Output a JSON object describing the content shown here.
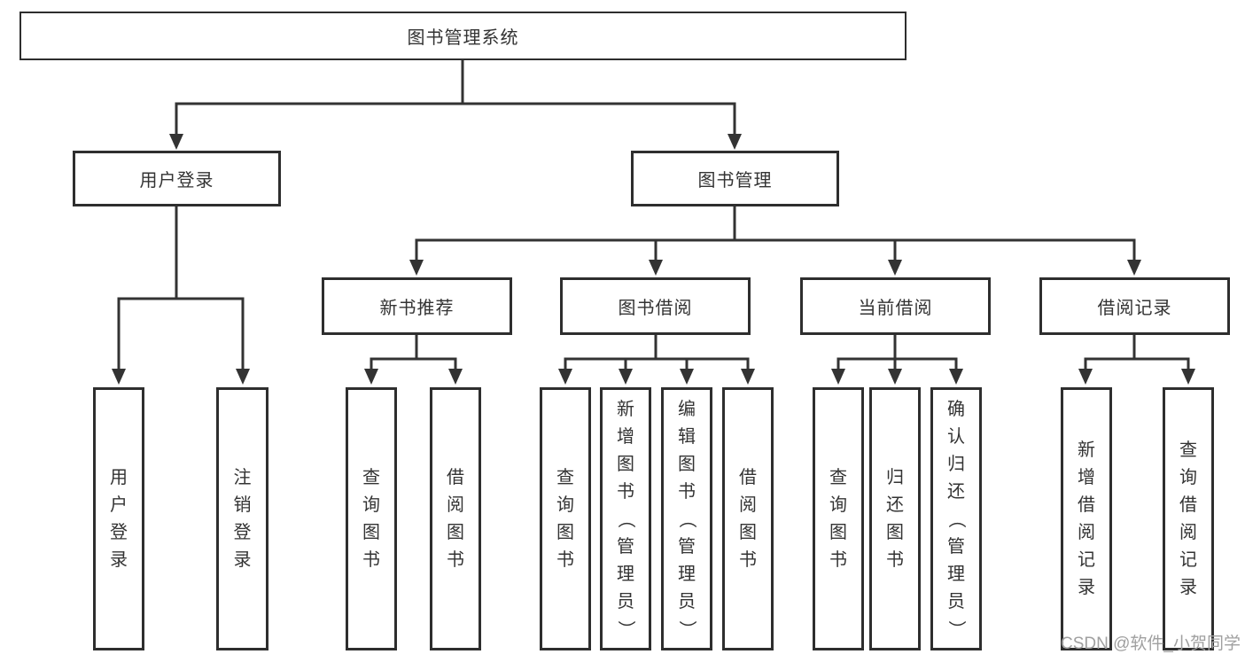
{
  "colors": {
    "line": "#333333",
    "border": "#2e2e2e",
    "text": "#333333",
    "watermark": "#a0a0a0",
    "bg": "#ffffff"
  },
  "watermark": {
    "text": "CSDN @软件_小贺同学"
  },
  "tree": {
    "label": "图书管理系统",
    "children": [
      {
        "label": "用户登录",
        "children": [
          {
            "label": "用户登录"
          },
          {
            "label": "注销登录"
          }
        ]
      },
      {
        "label": "图书管理",
        "children": [
          {
            "label": "新书推荐",
            "children": [
              {
                "label": "查询图书"
              },
              {
                "label": "借阅图书"
              }
            ]
          },
          {
            "label": "图书借阅",
            "children": [
              {
                "label": "查询图书"
              },
              {
                "label": "新增图书（管理员）"
              },
              {
                "label": "编辑图书（管理员）"
              },
              {
                "label": "借阅图书"
              }
            ]
          },
          {
            "label": "当前借阅",
            "children": [
              {
                "label": "查询图书"
              },
              {
                "label": "归还图书"
              },
              {
                "label": "确认归还（管理员）"
              }
            ]
          },
          {
            "label": "借阅记录",
            "children": [
              {
                "label": "新增借阅记录"
              },
              {
                "label": "查询借阅记录"
              }
            ]
          }
        ]
      }
    ]
  }
}
